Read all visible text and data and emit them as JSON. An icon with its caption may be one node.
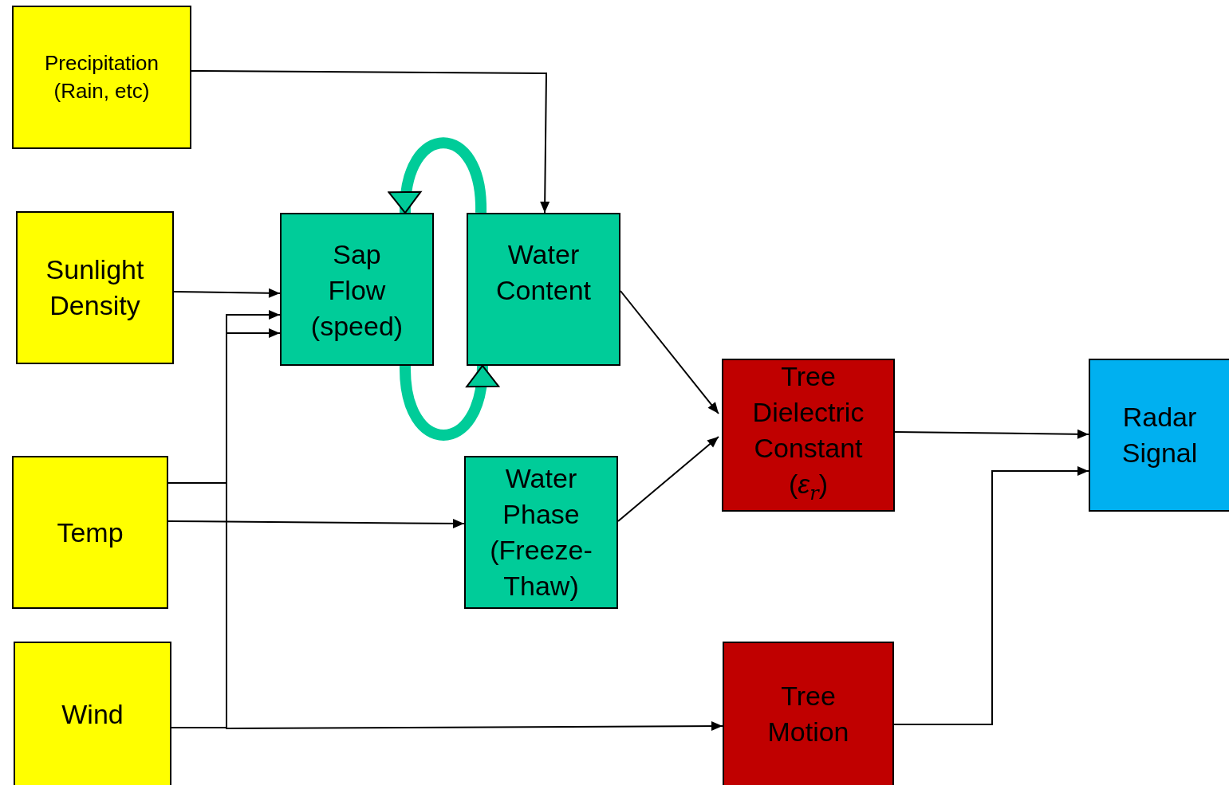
{
  "diagram": {
    "nodes": [
      {
        "text": [
          "Precipitation (Rain, etc)"
        ]
      },
      {
        "text": [
          "Sunlight Density"
        ]
      },
      {
        "text": [
          "Sap Flow (speed)"
        ]
      },
      {
        "text": [
          "Water Content"
        ]
      },
      {
        "text": [
          "Temp"
        ]
      },
      {
        "text": [
          "Water Phase (Freeze-Thaw)"
        ]
      },
      {
        "text": [
          "Tree Dielectric Constant (*ε*$_{r}$)"
        ]
      },
      {
        "text": [
          "Wind"
        ]
      },
      {
        "text": [
          "Tree Motion"
        ]
      },
      {
        "text": [
          "Radar Signal"
        ]
      }
    ],
    "edges": [
      {
        "from": 0,
        "to": 3,
        "arrow": "to"
      },
      {
        "from": 1,
        "to": 2,
        "arrow": "to"
      },
      {
        "from": 4,
        "to": 2,
        "arrow": "to"
      },
      {
        "from": 7,
        "to": 2,
        "arrow": "to"
      },
      {
        "from": 4,
        "to": 5,
        "arrow": "to"
      },
      {
        "from": 7,
        "to": 8,
        "arrow": "to"
      },
      {
        "from": 2,
        "to": 3,
        "arrow": "to",
        "style": "thick",
        "color": "#00cc99"
      },
      {
        "from": 3,
        "to": 2,
        "arrow": "to",
        "style": "thick",
        "color": "#00cc99"
      },
      {
        "from": 3,
        "to": 6,
        "arrow": "to"
      },
      {
        "from": 5,
        "to": 6,
        "arrow": "to"
      },
      {
        "from": 6,
        "to": 9,
        "arrow": "to"
      },
      {
        "from": 8,
        "to": 9,
        "arrow": "to"
      }
    ]
  }
}
